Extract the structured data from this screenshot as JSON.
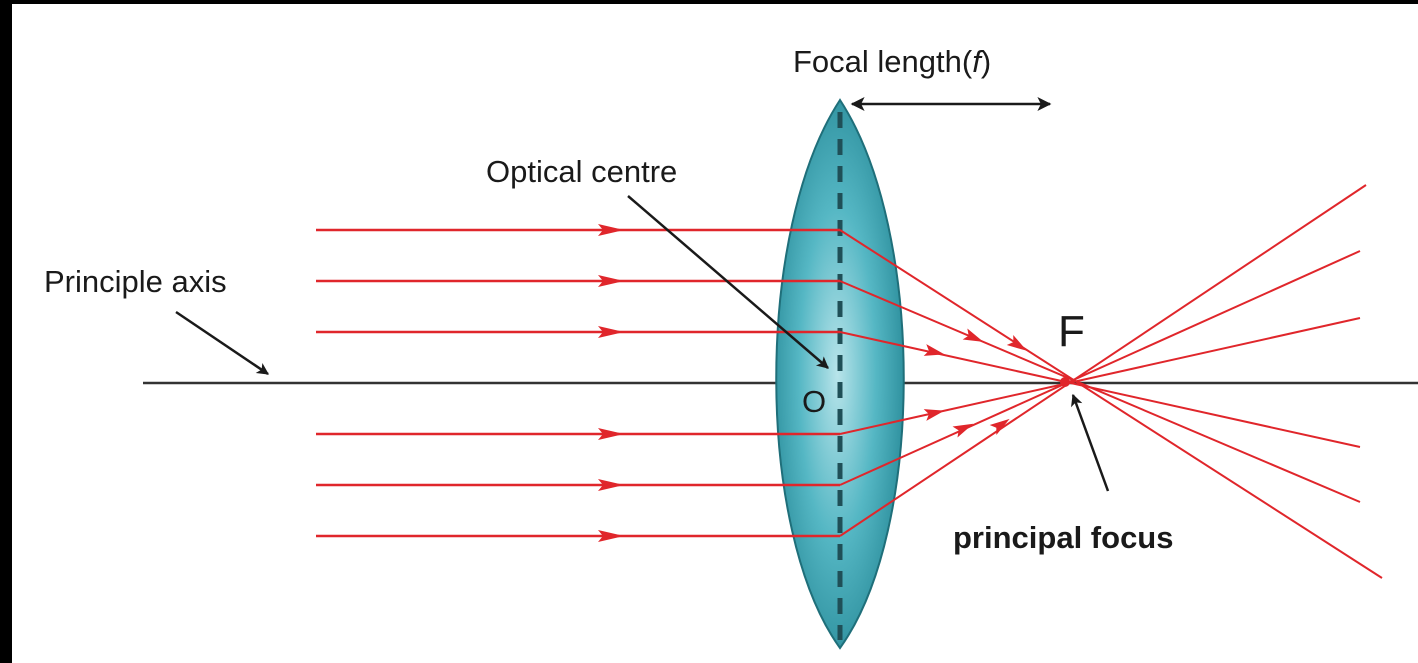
{
  "labels": {
    "focal_length_prefix": "Focal length(",
    "focal_length_symbol": "f",
    "focal_length_suffix": ")",
    "optical_centre": "Optical centre",
    "principle_axis": "Principle axis",
    "optical_centre_point": "O",
    "focus_point": "F",
    "principal_focus": "principal focus"
  },
  "colors": {
    "ray": "#e0262b",
    "axis": "#333333",
    "lens_edge": "#1f6f7a",
    "lens_center": "#b8e4ea",
    "lens_mid": "#55b7c4",
    "lens_dark": "#2b8d9b",
    "border": "#000000",
    "background": "#ffffff"
  }
}
